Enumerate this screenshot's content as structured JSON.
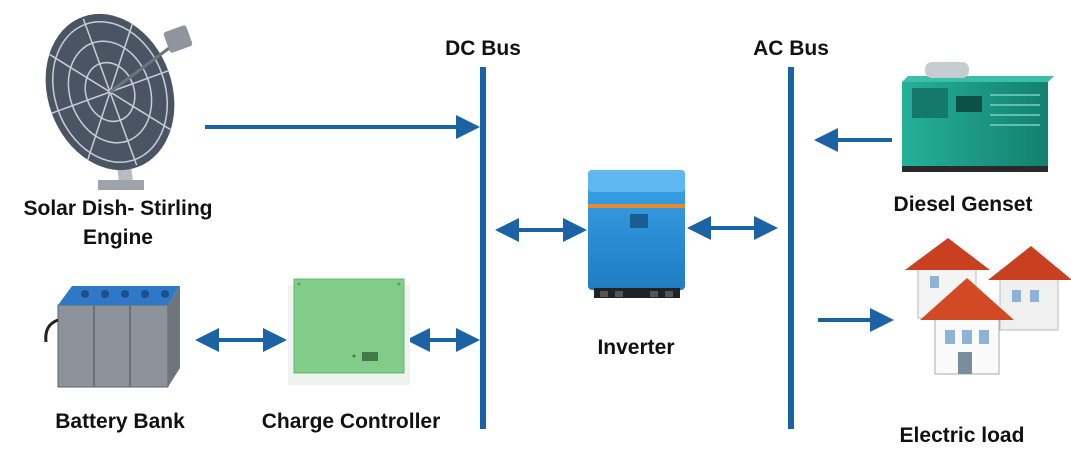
{
  "labels": {
    "dc_bus": "DC Bus",
    "ac_bus": "AC Bus",
    "solar_line1": "Solar Dish- Stirling",
    "solar_line2": "Engine",
    "battery": "Battery Bank",
    "charge_controller": "Charge Controller",
    "inverter": "Inverter",
    "diesel": "Diesel Genset",
    "load": "Electric load"
  },
  "colors": {
    "bus": "#1763a8",
    "arrow": "#1b63a5",
    "inverter_blue": "#2a8ed6",
    "controller_green": "#7fcb86",
    "genset_teal": "#1f9a86",
    "roof_red": "#c8401f",
    "battery_blue": "#2f78c8"
  },
  "icons": [
    "solar-dish-icon",
    "battery-bank-icon",
    "charge-controller-icon",
    "inverter-icon",
    "diesel-genset-icon",
    "houses-icon"
  ]
}
